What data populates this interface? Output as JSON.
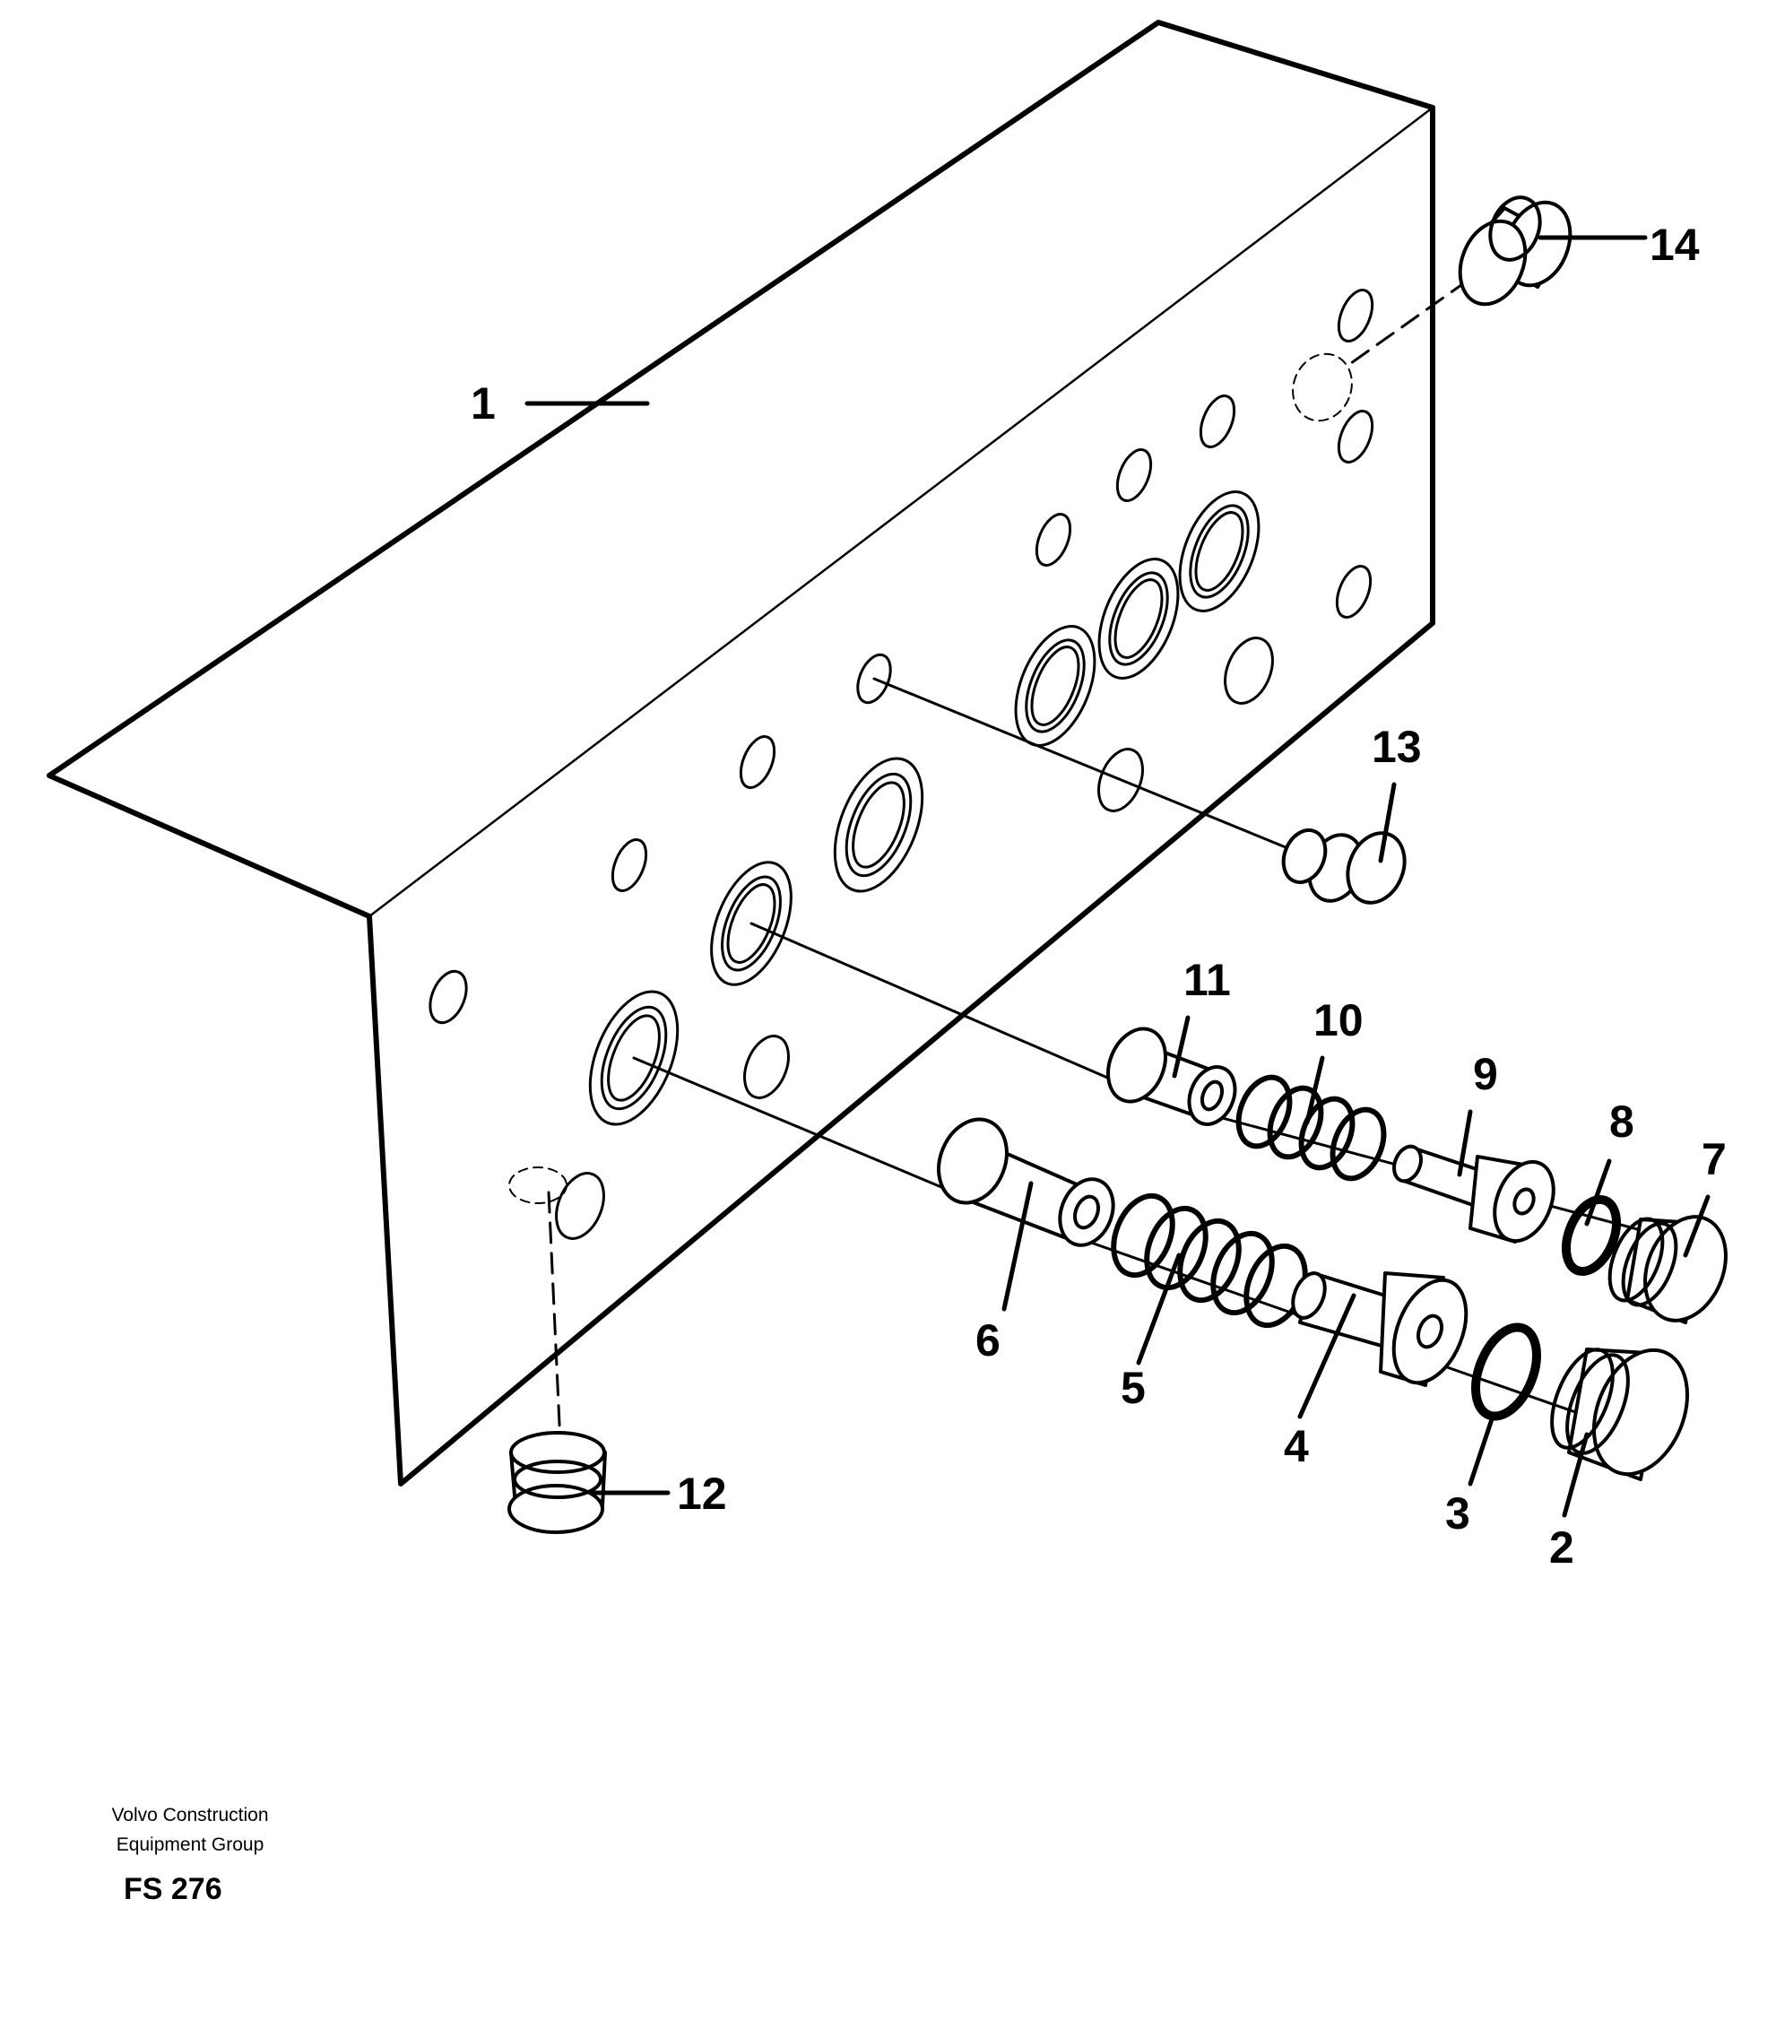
{
  "diagram": {
    "type": "exploded-parts-view",
    "callouts": [
      "1",
      "2",
      "3",
      "4",
      "5",
      "6",
      "7",
      "8",
      "9",
      "10",
      "11",
      "12",
      "13",
      "14"
    ]
  },
  "footer": {
    "company_line1": "Volvo Construction",
    "company_line2": "Equipment Group",
    "figure_code": "FS 276"
  }
}
